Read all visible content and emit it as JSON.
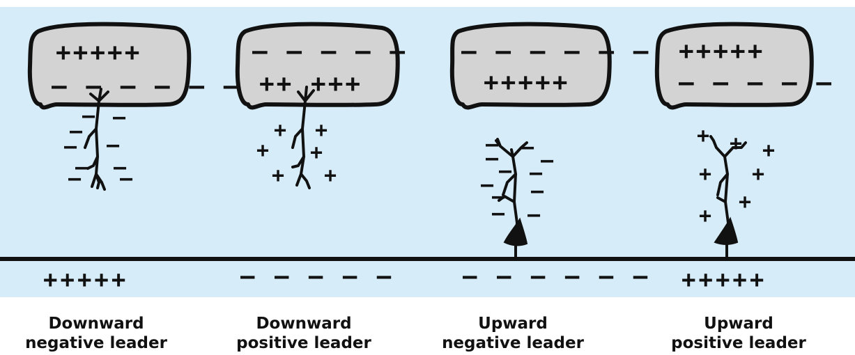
{
  "colors": {
    "sky": "#d6ecf8",
    "cloud": "#d3d3d3",
    "ink": "#111111",
    "background": "#ffffff"
  },
  "panels": [
    {
      "caption_line1": "Downward",
      "caption_line2": "negative leader",
      "cloud_top": "+++++",
      "cloud_bottom": "– – – – – –",
      "ground": "+++++"
    },
    {
      "caption_line1": "Downward",
      "caption_line2": "positive leader",
      "cloud_top": "– – – – –",
      "cloud_bottom": "++ +++",
      "ground": "– – – – –"
    },
    {
      "caption_line1": "Upward",
      "caption_line2": "negative leader",
      "cloud_top": "– – – – – –",
      "cloud_bottom": "+++++",
      "ground": "– – – – – –"
    },
    {
      "caption_line1": "Upward",
      "caption_line2": "positive leader",
      "cloud_top": "+++++",
      "cloud_bottom": "– – – – –",
      "ground": "+++++"
    }
  ],
  "leader_charges": {
    "negative": "–",
    "positive": "+"
  }
}
